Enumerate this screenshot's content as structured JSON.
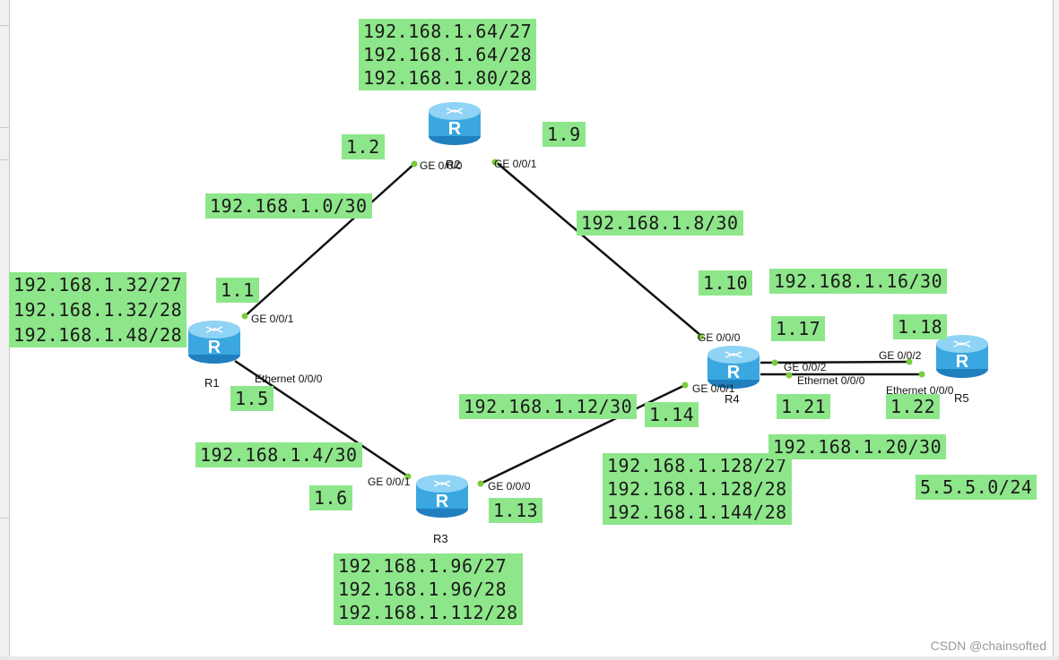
{
  "routers": [
    {
      "name": "R1",
      "icon": "router-icon"
    },
    {
      "name": "R2",
      "icon": "router-icon"
    },
    {
      "name": "R3",
      "icon": "router-icon"
    },
    {
      "name": "R4",
      "icon": "router-icon"
    },
    {
      "name": "R5",
      "icon": "router-icon"
    }
  ],
  "interfaces": {
    "r1_ge001": "GE 0/0/1",
    "r1_eth000": "Ethernet 0/0/0",
    "r2_ge000": "GE 0/0/0",
    "r2_ge001": "GE 0/0/1",
    "r3_ge001": "GE 0/0/1",
    "r3_ge000": "GE 0/0/0",
    "r4_ge000": "GE 0/0/0",
    "r4_ge001": "GE 0/0/1",
    "r4_ge002": "GE 0/0/2",
    "r4_eth000": "Ethernet 0/0/0",
    "r5_ge002": "GE 0/0/2",
    "r5_eth000": "Ethernet 0/0/0"
  },
  "labels": {
    "r2_nets": [
      "192.168.1.64/27",
      "192.168.1.64/28",
      "192.168.1.80/28"
    ],
    "r1_nets": [
      "192.168.1.32/27",
      "192.168.1.32/28",
      "192.168.1.48/28"
    ],
    "r3_nets": [
      "192.168.1.96/27",
      "192.168.1.96/28",
      "192.168.1.112/28"
    ],
    "r4_nets": [
      "192.168.1.128/27",
      "192.168.1.128/28",
      "192.168.1.144/28"
    ],
    "link_r1_r2": "192.168.1.0/30",
    "link_r2_r4": "192.168.1.8/30",
    "link_r1_r3": "192.168.1.4/30",
    "link_r3_r4": "192.168.1.12/30",
    "link_r4_r5_a": "192.168.1.16/30",
    "link_r4_r5_b": "192.168.1.20/30",
    "r5_loop": "5.5.5.0/24",
    "ip_1_1": "1.1",
    "ip_1_2": "1.2",
    "ip_1_5": "1.5",
    "ip_1_6": "1.6",
    "ip_1_9": "1.9",
    "ip_1_10": "1.10",
    "ip_1_13": "1.13",
    "ip_1_14": "1.14",
    "ip_1_17": "1.17",
    "ip_1_18": "1.18",
    "ip_1_21": "1.21",
    "ip_1_22": "1.22"
  },
  "colors": {
    "label_bg": "#8ee68a",
    "router_blue": "#3aa7e0",
    "link": "#111111",
    "port_dot": "#7acb3d"
  },
  "watermark": "CSDN @chainsofted"
}
